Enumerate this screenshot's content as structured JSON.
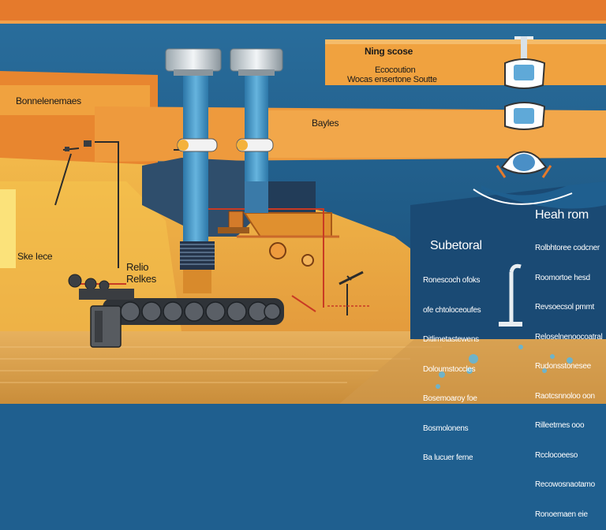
{
  "labels": {
    "top_banner_title": "Ning scose",
    "top_banner_sub1": "Ecocoution",
    "top_banner_sub2": "Wocas ensertone Soutte",
    "left_bar": "Bonnelenemaes",
    "mid_bar": "Bayles",
    "left_side": "Ske Iece",
    "pump_label1": "Relio",
    "pump_label2": "Relkes",
    "right_heading1": "Heah rom",
    "right_heading2": "Subetoral"
  },
  "paragraphs": {
    "mid_block": [
      "Ronescoch ofoks",
      "ofe chtoloceoufes",
      "Ditlimetastewens",
      "Doloumstoccles",
      "Bosemoaroy foe",
      "Bosmolonens",
      "Ba lucuer ferne"
    ],
    "right_block": [
      "Rolbhtoree codcner",
      "Roomortoe hesd",
      "Revsoecsol pmmt",
      "Reloselnenoocoatral",
      "Rudonsstonesee",
      "Raotcsnnoloo oon",
      "Rilleetrnes ooo",
      "Rcclocoeeso",
      "Recowosnaotamo",
      "Ronoemaen eie"
    ]
  },
  "colors": {
    "sky_blue": "#1f5f8f",
    "orange": "#e78a2e",
    "light_orange": "#f3b247",
    "yellow": "#f6c54e",
    "sand": "#e3a84f",
    "pipe_blue": "#3f8fbf",
    "dark": "#2d2d2d"
  }
}
